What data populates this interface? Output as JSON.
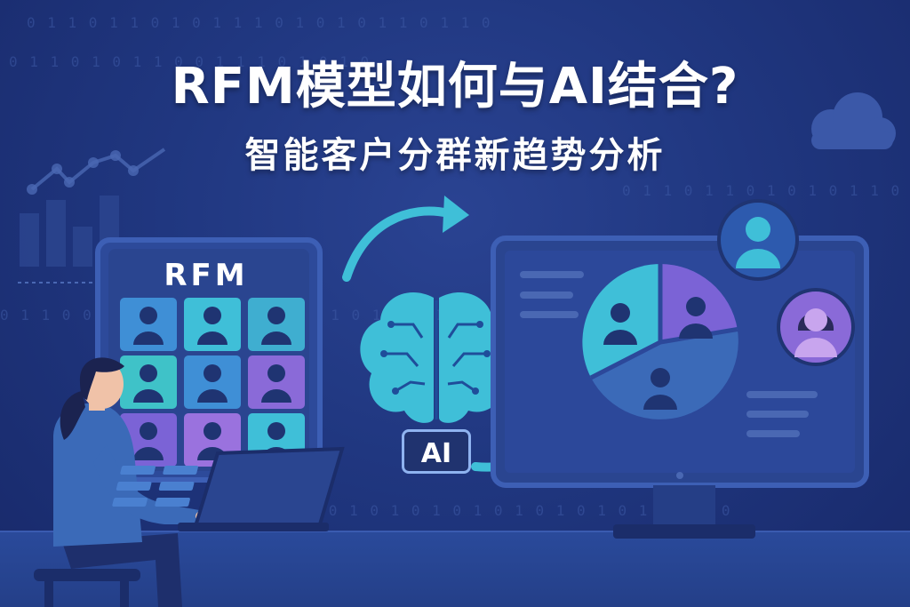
{
  "title": "RFM模型如何与AI结合?",
  "subtitle": "智能客户分群新趋势分析",
  "rfm_panel": {
    "label": "RFM"
  },
  "ai_badge": {
    "label": "AI"
  },
  "background_binary": [
    "0 1 1 0 1 1 0 1 0 1 1 1 0 1 0 1 0 1 1 0 1 1 0",
    "0 1 1 0 1 0 1 1 0 0 1 1 1 0 1 0 1 0",
    "0 1 1 0 1 1 0 1 0 1 0 1 1 0 0 1",
    "0 1 1 0 0 1 0 1 1 0 1 0 1 0 1 0 1 0 1 1 0 1 0",
    "1 0 1 0 1 0 1 0 1 0 1 0 1 0 1 0 1 0 1 0 1 1 0"
  ],
  "colors": {
    "background": "#203780",
    "teal": "#3fbfd8",
    "purple": "#7b63d6",
    "blue_segment": "#3b6ab8",
    "accent_light": "#8fb3f0"
  }
}
